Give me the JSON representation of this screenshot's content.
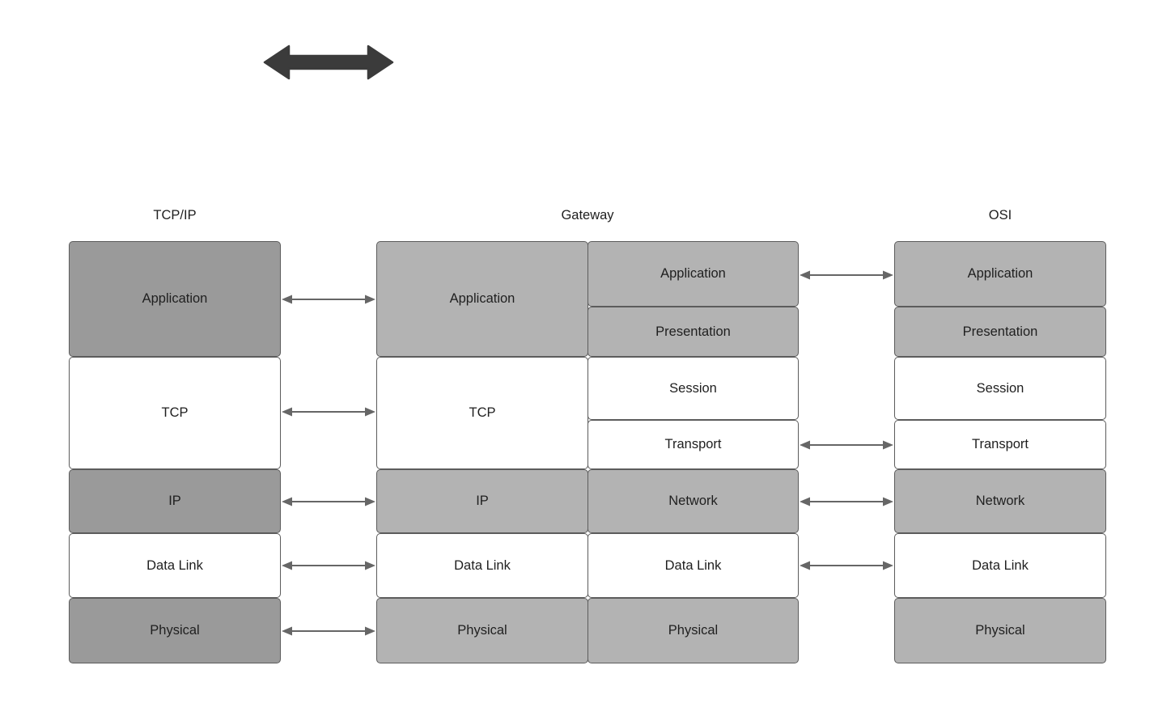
{
  "diagram": {
    "title_hidden": "",
    "colors": {
      "fill_dark": "#9a9a9a",
      "fill_mid": "#b3b3b3",
      "fill_white": "#ffffff",
      "stroke": "#5c5c5c",
      "arrow": "#666666",
      "big_arrow": "#3b3b3b",
      "text": "#1f1f1f"
    },
    "big_arrow": {
      "name": "bidirectional-arrow",
      "direction": "both"
    },
    "columns": [
      {
        "id": "tcpip",
        "header": "TCP/IP",
        "layers": [
          {
            "label": "Application",
            "fill": "dark"
          },
          {
            "label": "TCP",
            "fill": "white"
          },
          {
            "label": "IP",
            "fill": "dark"
          },
          {
            "label": "Data Link",
            "fill": "white"
          },
          {
            "label": "Physical",
            "fill": "dark"
          }
        ]
      },
      {
        "id": "gateway",
        "header": "Gateway",
        "left_layers": [
          {
            "label": "Application",
            "fill": "mid"
          },
          {
            "label": "TCP",
            "fill": "white"
          },
          {
            "label": "IP",
            "fill": "mid"
          },
          {
            "label": "Data Link",
            "fill": "white"
          },
          {
            "label": "Physical",
            "fill": "mid"
          }
        ],
        "right_layers": [
          {
            "label": "Application",
            "fill": "mid"
          },
          {
            "label": "Presentation",
            "fill": "mid"
          },
          {
            "label": "Session",
            "fill": "white"
          },
          {
            "label": "Transport",
            "fill": "white"
          },
          {
            "label": "Network",
            "fill": "mid"
          },
          {
            "label": "Data Link",
            "fill": "white"
          },
          {
            "label": "Physical",
            "fill": "mid"
          }
        ]
      },
      {
        "id": "osi",
        "header": "OSI",
        "layers": [
          {
            "label": "Application",
            "fill": "mid"
          },
          {
            "label": "Presentation",
            "fill": "mid"
          },
          {
            "label": "Session",
            "fill": "white"
          },
          {
            "label": "Transport",
            "fill": "white"
          },
          {
            "label": "Network",
            "fill": "mid"
          },
          {
            "label": "Data Link",
            "fill": "white"
          },
          {
            "label": "Physical",
            "fill": "mid"
          }
        ]
      }
    ],
    "connectors_left": [
      {
        "from": "Application",
        "to": "Application"
      },
      {
        "from": "TCP",
        "to": "TCP"
      },
      {
        "from": "IP",
        "to": "IP"
      },
      {
        "from": "Data Link",
        "to": "Data Link"
      },
      {
        "from": "Physical",
        "to": "Physical"
      }
    ],
    "connectors_right": [
      {
        "from": "Application",
        "to": "Application"
      },
      {
        "from": "Transport",
        "to": "Transport"
      },
      {
        "from": "Network",
        "to": "Network"
      },
      {
        "from": "Data Link",
        "to": "Data Link"
      }
    ]
  }
}
